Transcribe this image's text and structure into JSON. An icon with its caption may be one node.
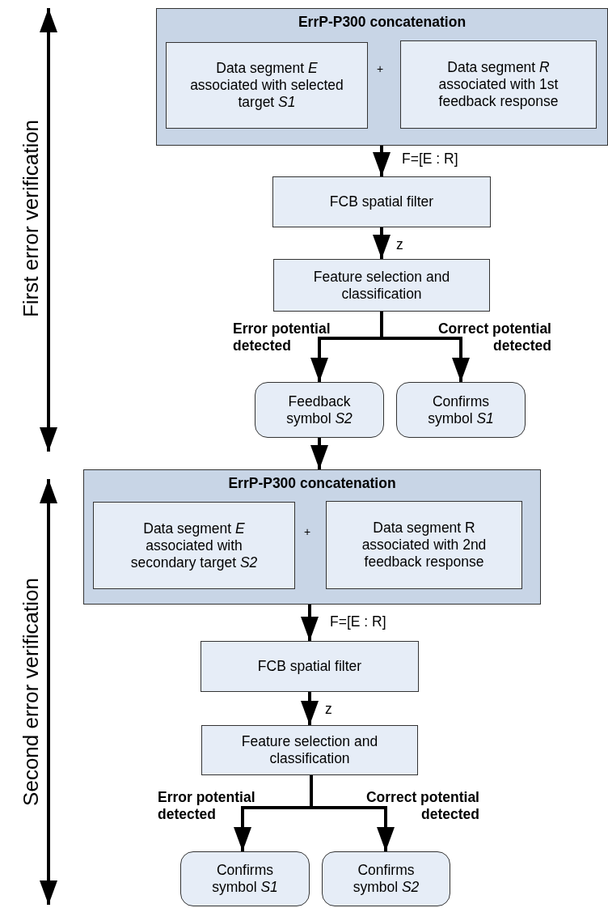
{
  "diagram": {
    "nodes": [
      {
        "text": [
          "ErrP-P300 concatenation",
          "+"
        ]
      },
      {
        "text": [
          "Data segment *E* associated with selected target *S1*"
        ],
        "in": 0
      },
      {
        "text": [
          "Data segment *R* associated with 1st feedback response"
        ],
        "in": 0
      },
      {
        "text": [
          "FCB spatial filter"
        ]
      },
      {
        "text": [
          "Feature selection and classification"
        ]
      },
      {
        "text": [
          "Feedback symbol *S2*"
        ]
      },
      {
        "text": [
          "Confirms symbol *S1*"
        ]
      },
      {
        "text": [
          "ErrP-P300 concatenation",
          "+"
        ]
      },
      {
        "text": [
          "Data segment *E* associated with secondary target *S2*"
        ],
        "in": 7
      },
      {
        "text": [
          "Data segment R associated with 2nd feedback response"
        ],
        "in": 7
      },
      {
        "text": [
          "FCB spatial filter"
        ]
      },
      {
        "text": [
          "Feature selection and classification"
        ]
      },
      {
        "text": [
          "Confirms symbol *S1*"
        ]
      },
      {
        "text": [
          "Confirms symbol *S2*"
        ]
      }
    ],
    "edges": [
      {
        "from": 0,
        "to": 3,
        "arrow": "to",
        "label": "F=[E : R]"
      },
      {
        "from": 3,
        "to": 4,
        "arrow": "to",
        "label": "z"
      },
      {
        "from": 4,
        "to": 5,
        "arrow": "to",
        "label": "Error potential detected"
      },
      {
        "from": 4,
        "to": 6,
        "arrow": "to",
        "label": "Correct potential detected"
      },
      {
        "from": 5,
        "to": 7,
        "arrow": "to"
      },
      {
        "from": 7,
        "to": 10,
        "arrow": "to",
        "label": "F=[E : R]"
      },
      {
        "from": 10,
        "to": 11,
        "arrow": "to",
        "label": "z"
      },
      {
        "from": 11,
        "to": 12,
        "arrow": "to",
        "label": "Error potential detected"
      },
      {
        "from": 11,
        "to": 13,
        "arrow": "to",
        "label": "Correct potential detected"
      }
    ],
    "labels": [
      "First error verification",
      "Second error verification"
    ]
  }
}
